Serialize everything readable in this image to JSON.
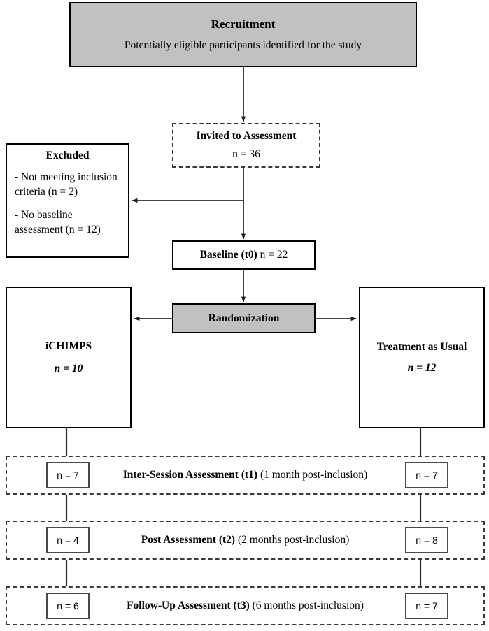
{
  "diagram": {
    "type": "consort-flow-diagram",
    "colors": {
      "fill_gray": "#c1c1c1",
      "border_solid": "#000000",
      "border_dashed": "#3a3a3a",
      "background": "#ffffff"
    }
  },
  "recruitment": {
    "title": "Recruitment",
    "subtitle": "Potentially eligible participants identified for the study"
  },
  "invited": {
    "title": "Invited to Assessment",
    "count": "n = 36"
  },
  "excluded": {
    "title": "Excluded",
    "item1": "- Not meeting inclusion criteria (n = 2)",
    "item2": "- No baseline assessment (n = 12)"
  },
  "baseline": {
    "title": "Baseline (t0)",
    "count": "n = 22"
  },
  "randomization": {
    "title": "Randomization"
  },
  "arms": {
    "intervention": {
      "title": "iCHIMPS",
      "count": "n = 10"
    },
    "control": {
      "title": "Treatment as Usual",
      "count": "n = 12"
    }
  },
  "assessments": [
    {
      "title": "Inter-Session Assessment (t1)",
      "subtitle": "(1 month post-inclusion)",
      "left_n": "n = 7",
      "right_n": "n = 7"
    },
    {
      "title": "Post Assessment (t2)",
      "subtitle": "(2 months post-inclusion)",
      "left_n": "n = 4",
      "right_n": "n = 8"
    },
    {
      "title": "Follow-Up Assessment (t3)",
      "subtitle": "(6 months post-inclusion)",
      "left_n": "n = 6",
      "right_n": "n = 7"
    }
  ]
}
